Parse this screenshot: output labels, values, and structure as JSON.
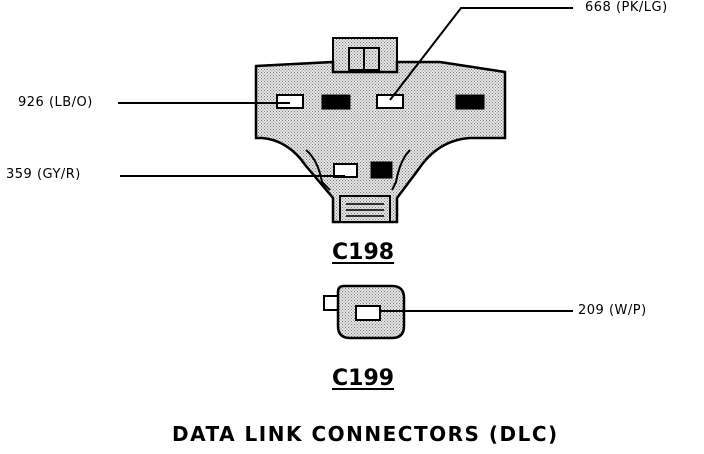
{
  "labels": {
    "wire_926": "926 (LB/O)",
    "wire_359": "359 (GY/R)",
    "wire_668": "668 (PK/LG)",
    "wire_209": "209 (W/P)"
  },
  "connectors": {
    "c198": "C198",
    "c199": "C199"
  },
  "caption": "DATA LINK CONNECTORS (DLC)",
  "colors": {
    "body_fill": "#d4d4d4",
    "outline": "#000000",
    "pin_filled": "#000000",
    "pin_open": "#ffffff"
  }
}
